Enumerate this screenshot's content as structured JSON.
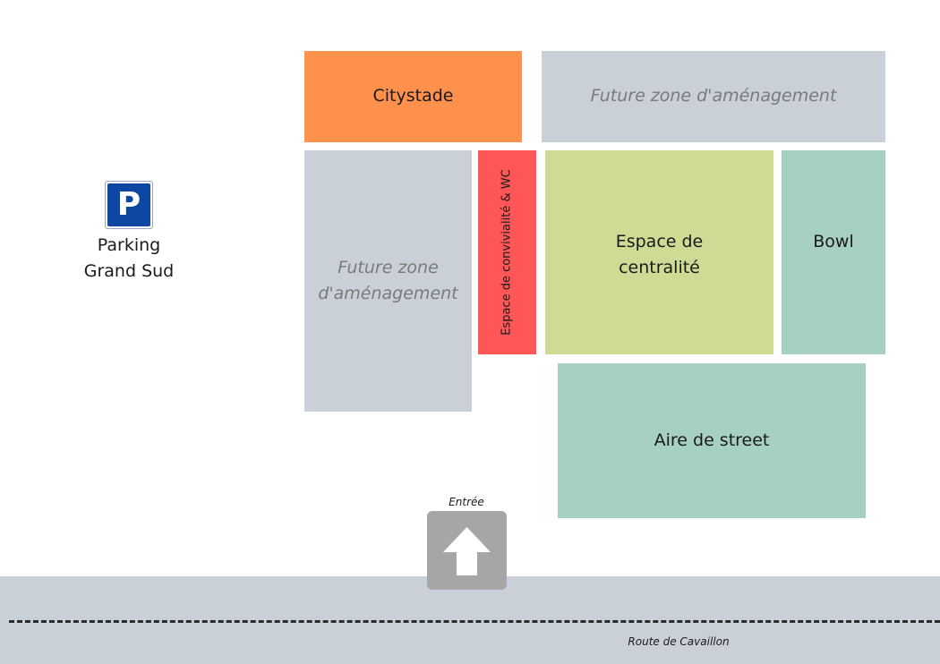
{
  "zones": {
    "citystade": {
      "label": "Citystade",
      "color": "#ff914d"
    },
    "future_top": {
      "label": "Future zone d'aménagement",
      "color": "#c9d0d8"
    },
    "future_left": {
      "line1": "Future zone",
      "line2": "d'aménagement",
      "color": "#c9d0d8"
    },
    "convivialite": {
      "label": "Espace de convivialité & WC",
      "color": "#ff5757"
    },
    "centralite": {
      "line1": "Espace de",
      "line2": "centralité",
      "color": "#cddb94"
    },
    "bowl": {
      "label": "Bowl",
      "color": "#a6d0bf"
    },
    "street": {
      "label": "Aire de street",
      "color": "#a6d0bf"
    }
  },
  "parking": {
    "sign": "P",
    "line1": "Parking",
    "line2": "Grand Sud",
    "color": "#0d47a1"
  },
  "entrance": {
    "label": "Entrée",
    "icon": "up-arrow-icon"
  },
  "road": {
    "label": "Route de Cavaillon",
    "color": "#c9d0d8"
  }
}
